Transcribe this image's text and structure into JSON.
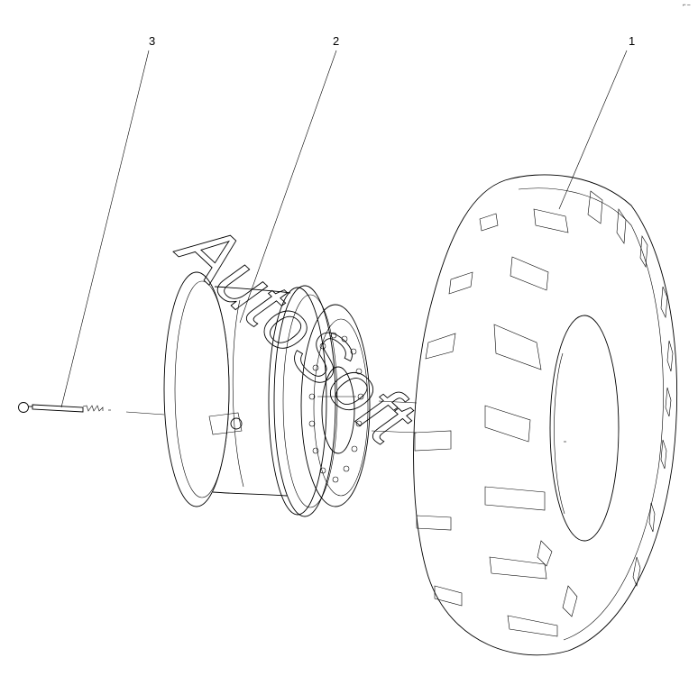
{
  "callouts": [
    {
      "number": "1",
      "part": "tire"
    },
    {
      "number": "2",
      "part": "wheel-rim"
    },
    {
      "number": "3",
      "part": "valve"
    }
  ],
  "watermark": "AutoSoft",
  "corner_mark": "⌐ ‒"
}
